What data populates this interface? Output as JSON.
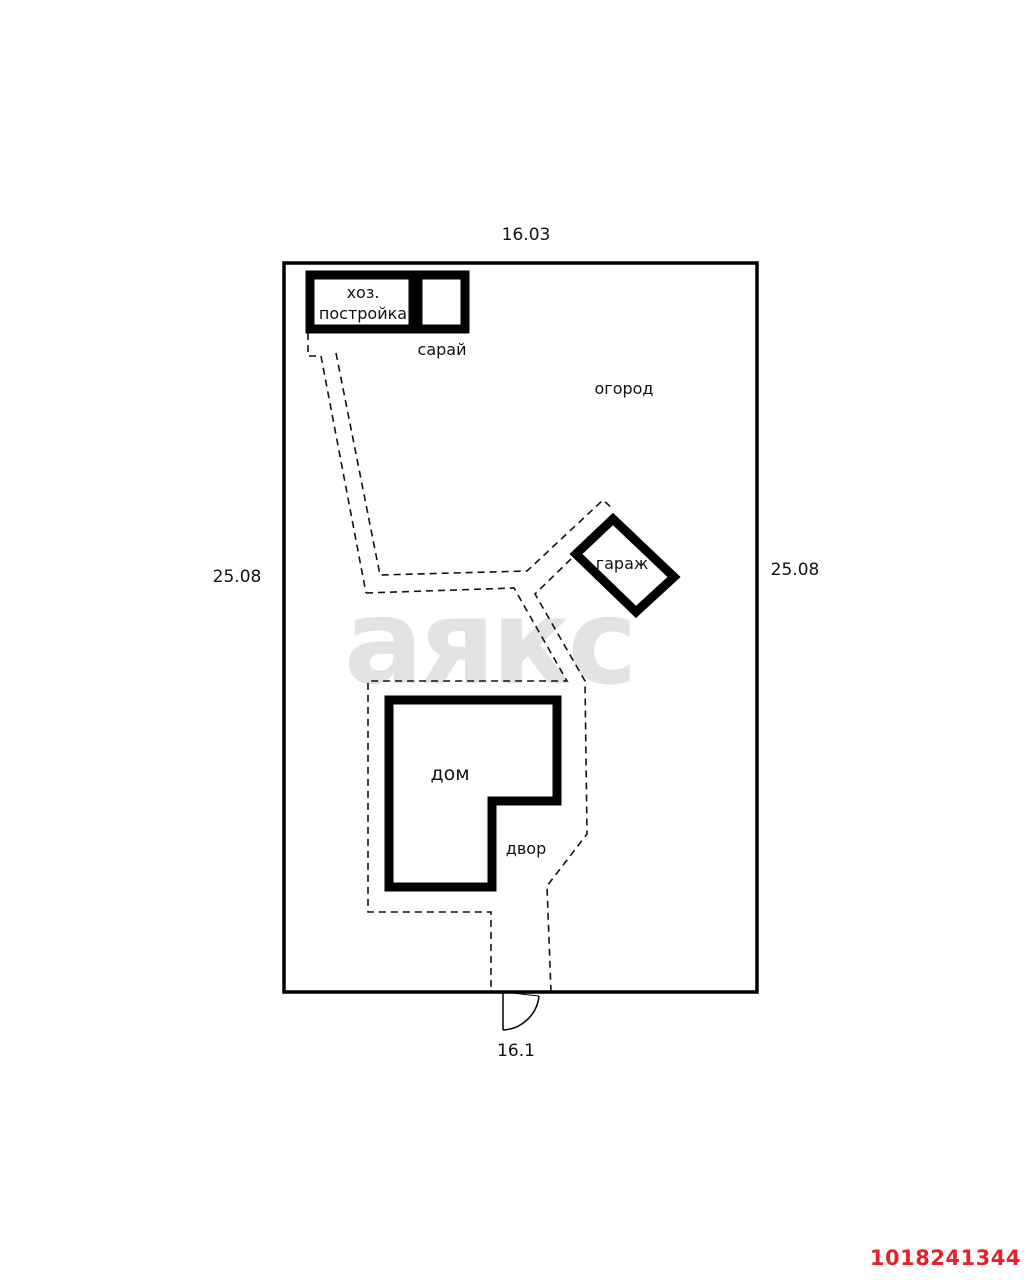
{
  "dimensions": {
    "top": "16.03",
    "bottom": "16.1",
    "left": "25.08",
    "right": "25.08"
  },
  "labels": {
    "utility_building_line1": "хоз.",
    "utility_building_line2": "постройка",
    "shed": "сарай",
    "garden": "огород",
    "garage": "гараж",
    "house": "дом",
    "yard": "двор"
  },
  "watermark": "аякс",
  "listing_id": "1018241344",
  "colors": {
    "line": "#000000",
    "watermark": "#e3e3e3",
    "listing_id": "#e8202a",
    "background": "#ffffff"
  }
}
